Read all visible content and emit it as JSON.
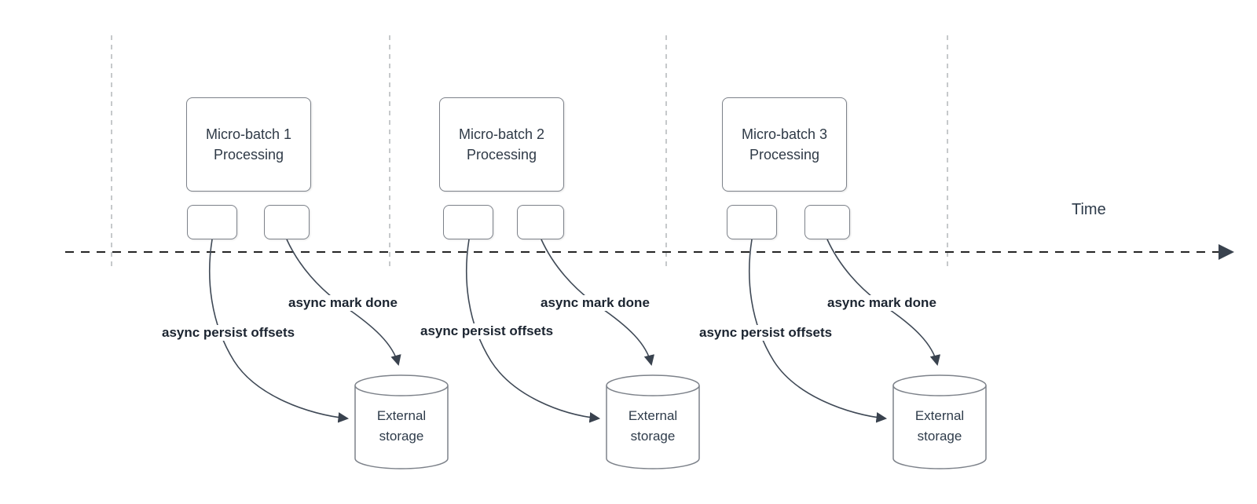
{
  "diagram": {
    "time_label": "Time",
    "batches": [
      {
        "title_line1": "Micro-batch 1",
        "title_line2": "Processing",
        "persist_label": "async persist offsets",
        "done_label": "async mark done",
        "storage_line1": "External",
        "storage_line2": "storage"
      },
      {
        "title_line1": "Micro-batch 2",
        "title_line2": "Processing",
        "persist_label": "async persist offsets",
        "done_label": "async mark done",
        "storage_line1": "External",
        "storage_line2": "storage"
      },
      {
        "title_line1": "Micro-batch 3",
        "title_line2": "Processing",
        "persist_label": "async persist offsets",
        "done_label": "async mark done",
        "storage_line1": "External",
        "storage_line2": "storage"
      }
    ],
    "colors": {
      "box_stroke": "#7d828a",
      "guide_line": "#b4b7ba",
      "timeline": "#242424",
      "curve": "#3f4956",
      "arrowhead": "#39424e",
      "box_text": "#2f3a47",
      "label_text": "#1b2430"
    }
  }
}
